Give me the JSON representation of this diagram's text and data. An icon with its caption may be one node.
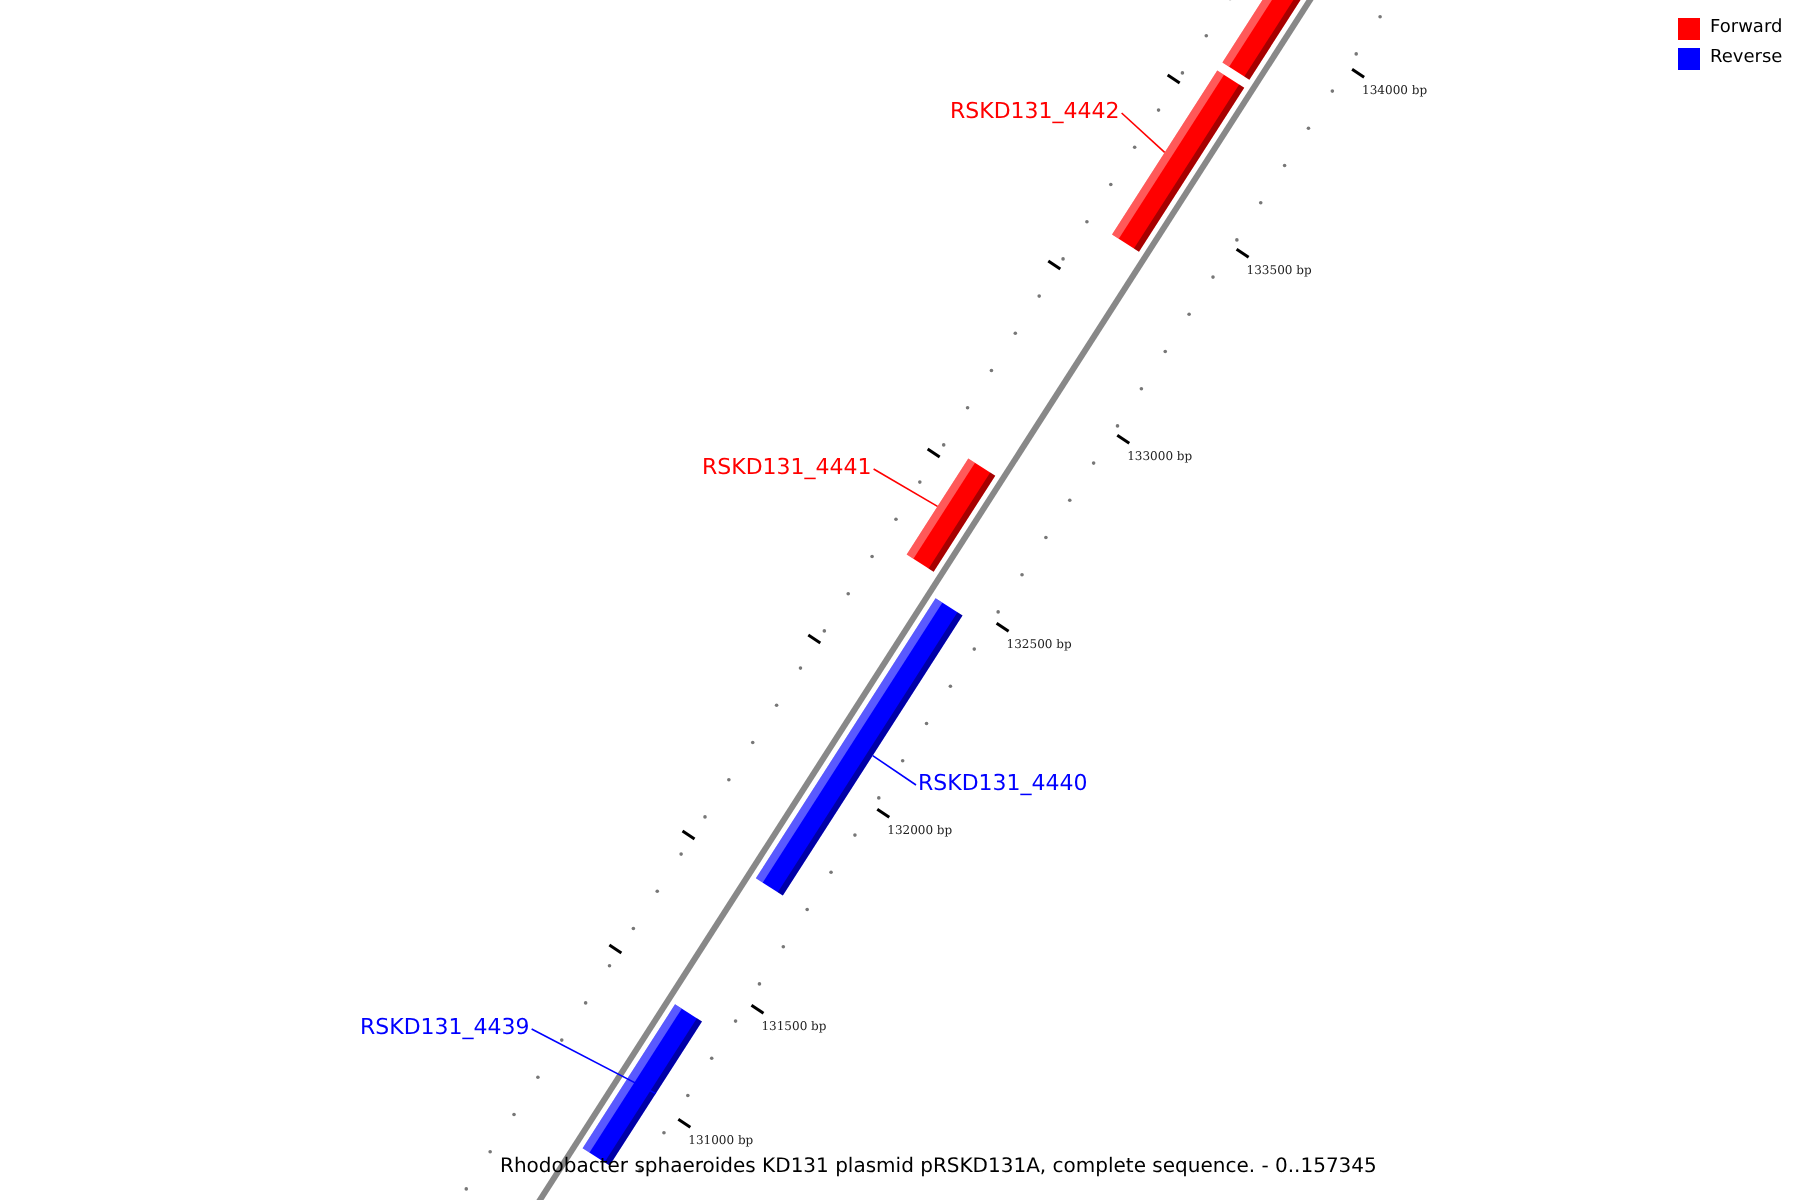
{
  "diagram": {
    "caption": "Rhodobacter sphaeroides KD131 plasmid pRSKD131A, complete sequence. - 0..157345",
    "nodes": [
      {
        "text": [],
        "shape": "bar"
      },
      {
        "text": [
          "RSKD131_4442"
        ]
      },
      {
        "text": [],
        "shape": "bar"
      },
      {
        "text": [
          "RSKD131_4441"
        ]
      },
      {
        "text": [],
        "shape": "bar"
      },
      {
        "text": [],
        "shape": "bar"
      },
      {
        "text": [
          "RSKD131_4440"
        ]
      },
      {
        "text": [
          "RSKD131_4439"
        ]
      },
      {
        "text": [],
        "shape": "bar"
      }
    ],
    "edges": [
      {
        "from": 1,
        "to": 2,
        "arrow": "none",
        "color": "#ff0000"
      },
      {
        "from": 3,
        "to": 4,
        "arrow": "none",
        "color": "#ff0000"
      },
      {
        "from": 6,
        "to": 5,
        "arrow": "none",
        "color": "#0000ff"
      },
      {
        "from": 7,
        "to": 8,
        "arrow": "none",
        "color": "#0000ff"
      }
    ],
    "labels": [
      "134000 bp",
      "133500 bp",
      "133000 bp",
      "132500 bp",
      "132000 bp",
      "131500 bp",
      "131000 bp"
    ],
    "legend": [
      {
        "text": "Forward",
        "color": "#ff0000"
      },
      {
        "text": "Reverse",
        "color": "#0000ff"
      }
    ]
  }
}
